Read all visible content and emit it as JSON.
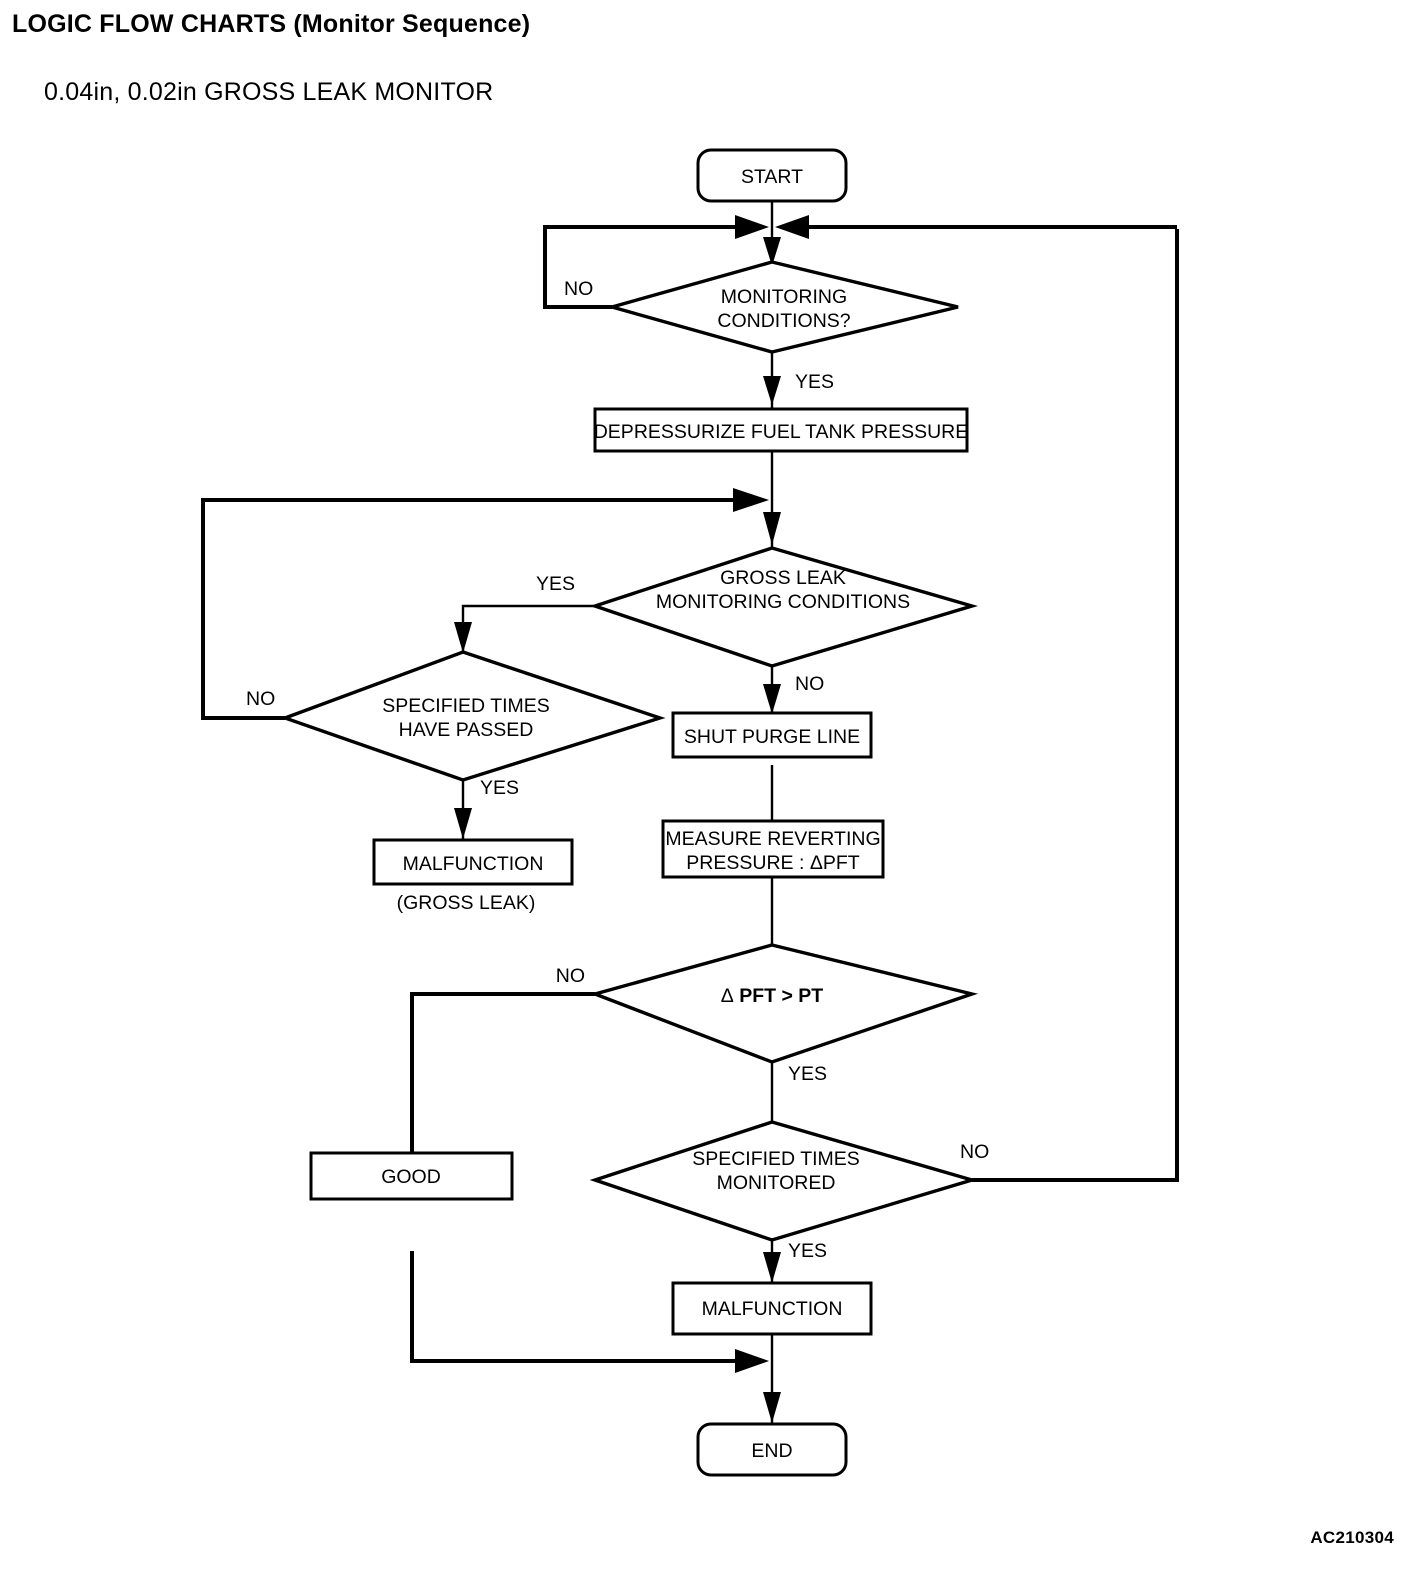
{
  "header": {
    "title": "LOGIC FLOW CHARTS (Monitor Sequence)",
    "subtitle": "0.04in, 0.02in GROSS LEAK MONITOR",
    "figure_code": "AC210304"
  },
  "chart_data": {
    "type": "diagram",
    "diagram_kind": "flowchart",
    "title": "0.04in, 0.02in GROSS LEAK MONITOR",
    "nodes": [
      {
        "id": "start",
        "shape": "terminator",
        "label": "START"
      },
      {
        "id": "mon_cond",
        "shape": "decision",
        "label_line1": "MONITORING",
        "label_line2": "CONDITIONS?"
      },
      {
        "id": "depressurize",
        "shape": "process",
        "label": "DEPRESSURIZE FUEL TANK PRESSURE"
      },
      {
        "id": "gl_cond",
        "shape": "decision",
        "label_line1": "GROSS LEAK",
        "label_line2": "MONITORING CONDITIONS"
      },
      {
        "id": "spec_passed",
        "shape": "decision",
        "label_line1": "SPECIFIED TIMES",
        "label_line2": "HAVE PASSED"
      },
      {
        "id": "malf_gl",
        "shape": "process",
        "label": "MALFUNCTION",
        "caption": "(GROSS LEAK)"
      },
      {
        "id": "shut_purge",
        "shape": "process",
        "label": "SHUT PURGE LINE"
      },
      {
        "id": "measure",
        "shape": "process",
        "label_line1": "MEASURE REVERTING",
        "label_line2_pre": "PRESSURE : ",
        "label_line2_sym": "Δ",
        "label_line2_post": "PFT"
      },
      {
        "id": "pft_gt_pt",
        "shape": "decision",
        "label_sym": "Δ",
        "label_rest": " PFT > PT"
      },
      {
        "id": "good",
        "shape": "process",
        "label": "GOOD"
      },
      {
        "id": "spec_mon",
        "shape": "decision",
        "label_line1": "SPECIFIED TIMES",
        "label_line2": "MONITORED"
      },
      {
        "id": "malf_final",
        "shape": "process",
        "label": "MALFUNCTION"
      },
      {
        "id": "end",
        "shape": "terminator",
        "label": "END"
      }
    ],
    "edges": [
      {
        "from": "start",
        "to": "mon_cond",
        "label": ""
      },
      {
        "from": "mon_cond",
        "to": "mon_cond",
        "label": "NO",
        "note": "loops back to junction above decision"
      },
      {
        "from": "mon_cond",
        "to": "depressurize",
        "label": "YES"
      },
      {
        "from": "depressurize",
        "to": "gl_cond",
        "label": ""
      },
      {
        "from": "gl_cond",
        "to": "spec_passed",
        "label": "YES"
      },
      {
        "from": "gl_cond",
        "to": "shut_purge",
        "label": "NO"
      },
      {
        "from": "spec_passed",
        "to": "gl_cond",
        "label": "NO",
        "note": "loops back above GROSS LEAK decision"
      },
      {
        "from": "spec_passed",
        "to": "malf_gl",
        "label": "YES"
      },
      {
        "from": "shut_purge",
        "to": "measure",
        "label": ""
      },
      {
        "from": "measure",
        "to": "pft_gt_pt",
        "label": ""
      },
      {
        "from": "pft_gt_pt",
        "to": "good",
        "label": "NO"
      },
      {
        "from": "pft_gt_pt",
        "to": "spec_mon",
        "label": "YES"
      },
      {
        "from": "spec_mon",
        "to": "mon_cond",
        "label": "NO",
        "note": "loops back to top junction"
      },
      {
        "from": "spec_mon",
        "to": "malf_final",
        "label": "YES"
      },
      {
        "from": "malf_final",
        "to": "end",
        "label": ""
      },
      {
        "from": "good",
        "to": "end",
        "label": ""
      }
    ],
    "branch_labels": {
      "mon_cond_no": "NO",
      "mon_cond_yes": "YES",
      "gl_cond_yes": "YES",
      "gl_cond_no": "NO",
      "spec_passed_no": "NO",
      "spec_passed_yes": "YES",
      "pft_no": "NO",
      "pft_yes": "YES",
      "spec_mon_no": "NO",
      "spec_mon_yes": "YES"
    },
    "colors": {
      "stroke": "#000000",
      "fill": "#ffffff",
      "text": "#000000"
    }
  }
}
